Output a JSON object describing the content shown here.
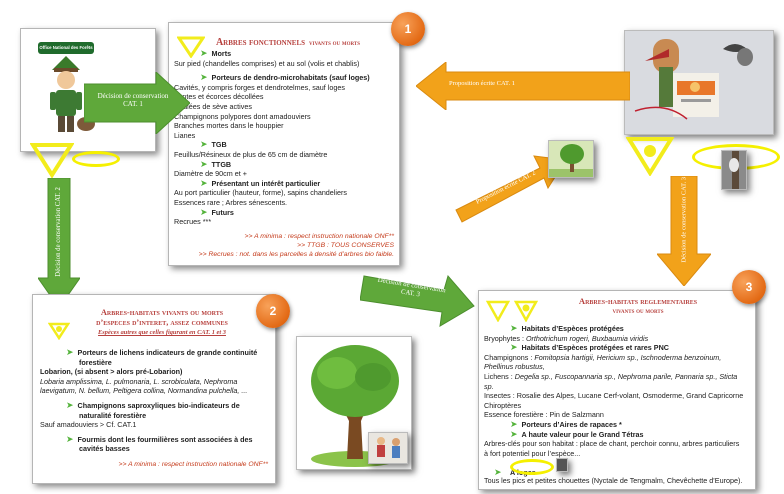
{
  "colors": {
    "arrow_green": "#5fa83a",
    "arrow_orange": "#f2a21a",
    "title_red": "#b7413e",
    "bullet_green": "#54b33b",
    "halo_yellow": "#f5f000",
    "badge_orange": "#e36a15"
  },
  "logo": {
    "text": "Office National des Forêts"
  },
  "badges": [
    "1",
    "2",
    "3"
  ],
  "arrows": {
    "decision_cat1": [
      "Décision de conservation",
      "CAT. 1"
    ],
    "proposition_cat1": "Proposition écrite CAT. 1",
    "proposition_cat2": "Proposition écrite CAT. 2",
    "decision_cat2": "Décision de conservation CAT. 2",
    "decision_cat3_right": "Décision de conservation CAT. 3",
    "decision_cat3_bottom": [
      "Décision de conservation",
      "CAT. 3"
    ]
  },
  "card1": {
    "title_big": "Arbres fonctionnels",
    "title_small": "vivants ou morts",
    "items": [
      {
        "kind": "head",
        "text": "Morts"
      },
      {
        "kind": "line",
        "text": "Sur pied (chandelles comprises) et au sol (volis et chablis)"
      },
      {
        "kind": "gap"
      },
      {
        "kind": "head",
        "text": "Porteurs de dendro-microhabitats (sauf loges)"
      },
      {
        "kind": "line",
        "text": "Cavités, y compris forges et dendrotelmes, sauf loges"
      },
      {
        "kind": "line",
        "text": "Fentes et écorces décollées"
      },
      {
        "kind": "line",
        "text": "Coulées de sève actives"
      },
      {
        "kind": "line",
        "text": "Champignons polypores dont amadouviers"
      },
      {
        "kind": "line",
        "text": "Branches mortes dans le houppier"
      },
      {
        "kind": "line",
        "text": "Lianes"
      },
      {
        "kind": "head",
        "text": "TGB"
      },
      {
        "kind": "line",
        "text": "Feuillus/Résineux de plus de 65 cm de diamètre"
      },
      {
        "kind": "head",
        "text": "TTGB"
      },
      {
        "kind": "line",
        "text": "Diamètre de 90cm et +"
      },
      {
        "kind": "head",
        "text": "Présentant un intérêt particulier"
      },
      {
        "kind": "line",
        "text": "Au port particulier (hauteur, forme), sapins chandeliers"
      },
      {
        "kind": "line",
        "text": "Essences rare ; Arbres sénescents."
      },
      {
        "kind": "head",
        "text": "Futurs"
      },
      {
        "kind": "line",
        "text": "Recrues ***"
      }
    ],
    "footer": [
      ">> A minima : respect instruction nationale ONF**",
      ">> TTGB : TOUS CONSERVES",
      ">> Recrues : not. dans les parcelles à densité d’arbres bio faible."
    ]
  },
  "card2": {
    "title_line1": "Arbres-habitats vivants ou morts",
    "title_line2": "d’especes d’interet, assez communes",
    "subtitle": "Espèces autres que celles figurant en CAT. 1 et 3",
    "items": [
      {
        "kind": "head",
        "text": "Porteurs de lichens indicateurs de grande continuité"
      },
      {
        "kind": "headcont",
        "text": "forestière"
      },
      {
        "kind": "bold",
        "text": "Lobarion, (si absent > alors pré-Lobarion)"
      },
      {
        "kind": "ital",
        "text": "Lobaria amplissima, L. pulmonaria, L. scrobiculata, Nephroma"
      },
      {
        "kind": "ital",
        "text": "laevigatum, N. bellum, Peltigera collina, Normandina pulchella, ..."
      },
      {
        "kind": "gap"
      },
      {
        "kind": "head",
        "text": "Champignons saproxyliques bio-indicateurs de"
      },
      {
        "kind": "headcont",
        "text": "naturalité forestière"
      },
      {
        "kind": "line",
        "text": "Sauf amadouviers > Cf. CAT.1"
      },
      {
        "kind": "gap"
      },
      {
        "kind": "head",
        "text": "Fourmis dont les fourmilières sont associées à des"
      },
      {
        "kind": "headcont",
        "text": "cavités basses"
      }
    ],
    "footer": ">> A minima : respect instruction nationale ONF**"
  },
  "card3": {
    "title_big": "Arbres-habitats reglementaires",
    "title_small": "vivants ou morts",
    "items": [
      {
        "kind": "head",
        "text": "Habitats d’Espèces protégées"
      },
      {
        "kind": "mixed",
        "plain": "Bryophytes : ",
        "ital": "Orthotrichum rogeri, Buxbaumia viridis"
      },
      {
        "kind": "head",
        "text": "Habitats d’Espèces protégées et rares PNC"
      },
      {
        "kind": "mixed",
        "plain": "Champignons : ",
        "ital": "Fomitopsia hartigii, Hericium sp., Ischnoderma benzoinum,"
      },
      {
        "kind": "ital",
        "text": "Phellinus robustus,"
      },
      {
        "kind": "mixed",
        "plain": "Lichens : ",
        "ital": "Degelia sp., Fuscopannaria sp., Nephroma parile, Pannaria sp., Sticta"
      },
      {
        "kind": "ital",
        "text": "sp."
      },
      {
        "kind": "line",
        "text": "Insectes : Rosalie des Alpes, Lucane Cerf-volant, Osmoderme, Grand Capricorne"
      },
      {
        "kind": "line",
        "text": "Chiroptères"
      },
      {
        "kind": "line",
        "text": "Essence forestière : Pin de Salzmann"
      },
      {
        "kind": "head",
        "text": "Porteurs d’Aires de rapaces *"
      },
      {
        "kind": "head",
        "text": "A haute valeur pour le Grand Tétras"
      },
      {
        "kind": "line",
        "text": "Arbres-clés pour son habitat : place de chant, perchoir connu, arbres particuliers"
      },
      {
        "kind": "line",
        "text": "à fort potentiel pour l’espèce..."
      }
    ],
    "loges_label": "A loges",
    "last_line": "Tous les pics et petites chouettes (Nyctale de Tengmalm, Chevêchette d’Europe)."
  }
}
